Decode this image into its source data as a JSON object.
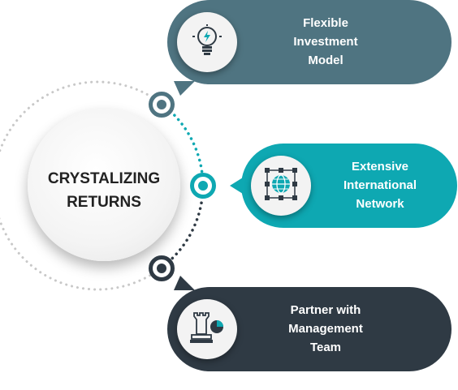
{
  "center": {
    "title": "CRYSTALIZING\nRETURNS"
  },
  "items": [
    {
      "label": "Flexible\nInvestment\nModel",
      "icon": "lightbulb-icon",
      "color": "#4f7481"
    },
    {
      "label": "Extensive\nInternational\nNetwork",
      "icon": "globe-network-icon",
      "color": "#0ea8b2"
    },
    {
      "label": "Partner with\nManagement\nTeam",
      "icon": "chess-rook-icon",
      "color": "#2f3a44"
    }
  ],
  "colors": {
    "ring_dots": "#c8c8c8",
    "text_dark": "#222222"
  }
}
